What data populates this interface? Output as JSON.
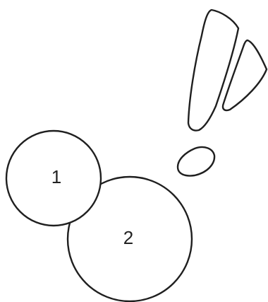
{
  "diagram": {
    "circles": [
      {
        "label": "1",
        "fill": "#d8d8d8",
        "stroke": "#1f1f1f"
      },
      {
        "label": "2",
        "fill": "#ffffff",
        "stroke": "#1f1f1f"
      }
    ],
    "fragments": [
      {
        "icon": "large-wedge-shape"
      },
      {
        "icon": "small-wedge-shape"
      },
      {
        "icon": "pebble-shape"
      }
    ]
  }
}
